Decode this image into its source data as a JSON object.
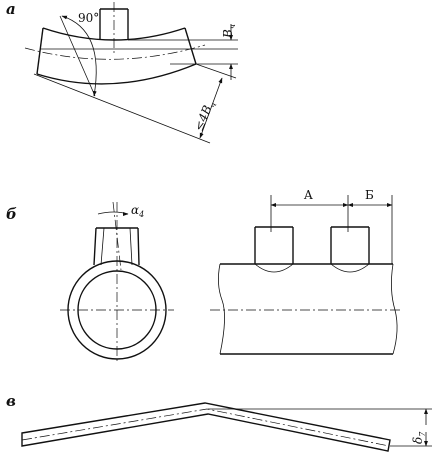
{
  "labels": {
    "fig_a": "а",
    "fig_b": "б",
    "fig_v": "в",
    "angle_90": "90°",
    "b_symbol": "B",
    "b_sub": "ч",
    "dist_le": "≤4",
    "dist_b": "B",
    "dist_sub": "ч",
    "alpha_symbol": "α",
    "alpha_sub": "4",
    "dim_a": "A",
    "dim_b": "Б",
    "delta_symbol": "δ",
    "delta_sub": "7"
  }
}
